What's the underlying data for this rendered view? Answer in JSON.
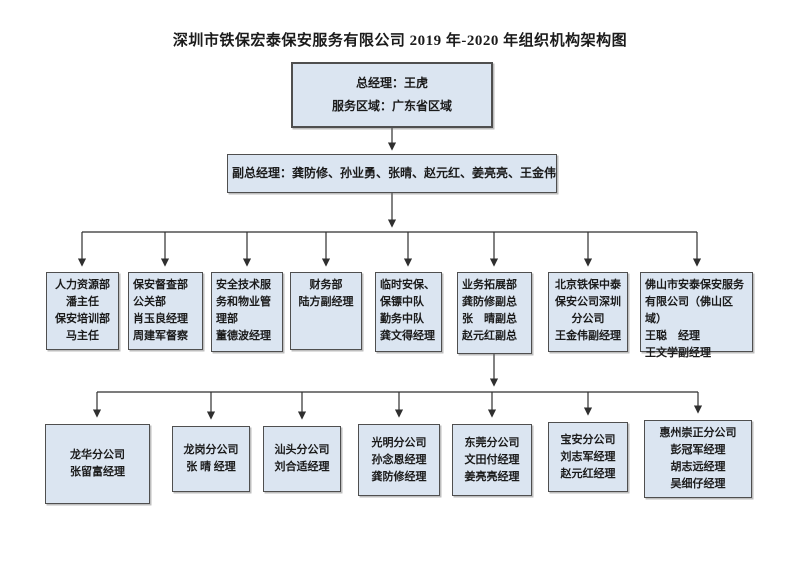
{
  "title": "深圳市铁保宏泰保安服务有限公司 2019 年-2020 年组织机构架构图",
  "colors": {
    "box_fill": "#dbe5f1",
    "box_border": "#4f4f4f",
    "connector": "#2f2f2f",
    "text": "#1b1b1b"
  },
  "org": {
    "general_manager": {
      "lines": [
        "总经理：王虎",
        "服务区域：广东省区域"
      ]
    },
    "deputy_general_manager": {
      "label": "副总经理：龚防修、孙业勇、张晴、赵元红、姜亮亮、王金伟"
    },
    "departments": [
      {
        "key": "hr",
        "lines": [
          "人力资源部",
          "潘主任",
          "保安培训部",
          "马主任"
        ]
      },
      {
        "key": "supervision",
        "lines": [
          "保安督查部",
          "公关部",
          "肖玉良经理",
          "周建军督察"
        ]
      },
      {
        "key": "security-tech-property",
        "lines": [
          "安全技术服务和物业管理部",
          "董德波经理"
        ]
      },
      {
        "key": "finance",
        "lines": [
          "财务部",
          "陆方副经理"
        ]
      },
      {
        "key": "temp-security-squads",
        "lines": [
          "临时安保、",
          "保镖中队",
          "勤务中队",
          "龚文得经理"
        ]
      },
      {
        "key": "business-development",
        "lines": [
          "业务拓展部",
          "龚防修副总",
          "张　晴副总",
          "赵元红副总"
        ]
      },
      {
        "key": "beijing-shenzhen-branch",
        "lines": [
          "北京铁保中泰保安公司深圳分公司",
          "王金伟副经理"
        ]
      },
      {
        "key": "foshan-antai",
        "lines": [
          "佛山市安泰保安服务有限公司（佛山区域）",
          "王聪　经理",
          "王文学副经理"
        ]
      }
    ],
    "branches": [
      {
        "key": "longhua",
        "lines": [
          "龙华分公司",
          "张留富经理"
        ]
      },
      {
        "key": "longgang",
        "lines": [
          "龙岗分公司",
          "张 晴 经理"
        ]
      },
      {
        "key": "shantou",
        "lines": [
          "汕头分公司",
          "刘合适经理"
        ]
      },
      {
        "key": "guangming",
        "lines": [
          "光明分公司",
          "孙念恩经理",
          "龚防修经理"
        ]
      },
      {
        "key": "dongguan",
        "lines": [
          "东莞分公司",
          "文田付经理",
          "姜亮亮经理"
        ]
      },
      {
        "key": "baoan",
        "lines": [
          "宝安分公司",
          "刘志军经理",
          "赵元红经理"
        ]
      },
      {
        "key": "huizhou-chongzheng",
        "lines": [
          "惠州崇正分公司",
          "彭冠军经理",
          "胡志远经理",
          "吴细仔经理"
        ]
      }
    ]
  }
}
